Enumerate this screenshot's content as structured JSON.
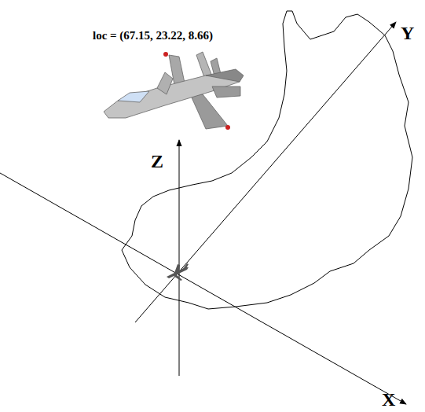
{
  "diagram": {
    "labels": [
      "loc = (67.15, 23.22, 8.66)",
      "Z",
      "Y",
      "X"
    ]
  }
}
